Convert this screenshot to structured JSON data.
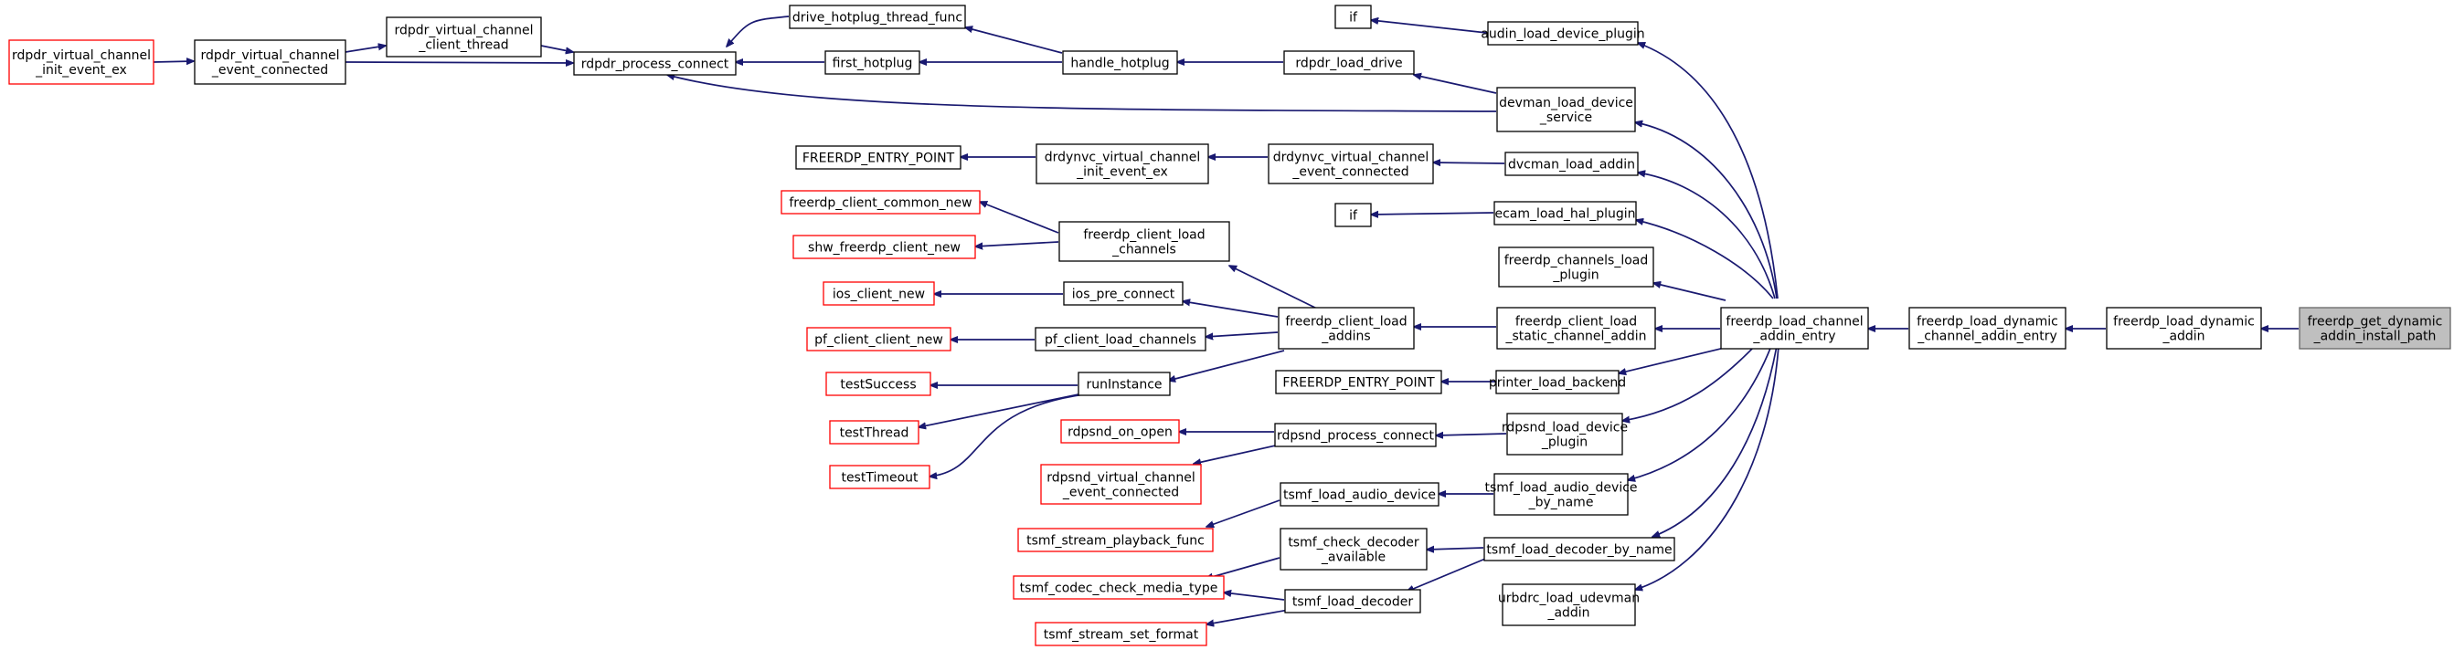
{
  "graph": {
    "nodes": {
      "n_init_event_ex": [
        "rdpdr_virtual_channel",
        "_init_event_ex"
      ],
      "n_event_connected": [
        "rdpdr_virtual_channel",
        "_event_connected"
      ],
      "n_client_thread": [
        "rdpdr_virtual_channel",
        "_client_thread"
      ],
      "n_process_connect": [
        "rdpdr_process_connect"
      ],
      "n_drive_hotplug": [
        "drive_hotplug_thread_func"
      ],
      "n_first_hotplug": [
        "first_hotplug"
      ],
      "n_handle_hotplug": [
        "handle_hotplug"
      ],
      "n_load_drive": [
        "rdpdr_load_drive"
      ],
      "n_if1": [
        "if"
      ],
      "n_audin": [
        "audin_load_device_plugin"
      ],
      "n_devman": [
        "devman_load_device",
        "_service"
      ],
      "n_fep1": [
        "FREERDP_ENTRY_POINT"
      ],
      "n_drdynvc_init": [
        "drdynvc_virtual_channel",
        "_init_event_ex"
      ],
      "n_drdynvc_conn": [
        "drdynvc_virtual_channel",
        "_event_connected"
      ],
      "n_dvcman": [
        "dvcman_load_addin"
      ],
      "n_if2": [
        "if"
      ],
      "n_ecam": [
        "ecam_load_hal_plugin"
      ],
      "n_common_new": [
        "freerdp_client_common_new"
      ],
      "n_shw": [
        "shw_freerdp_client_new"
      ],
      "n_load_channels": [
        "freerdp_client_load",
        "_channels"
      ],
      "n_ios_new": [
        "ios_client_new"
      ],
      "n_ios_pre": [
        "ios_pre_connect"
      ],
      "n_pf_new": [
        "pf_client_client_new"
      ],
      "n_pf_load": [
        "pf_client_load_channels"
      ],
      "n_load_addins": [
        "freerdp_client_load",
        "_addins"
      ],
      "n_channels_plugin": [
        "freerdp_channels_load",
        "_plugin"
      ],
      "n_static_addin": [
        "freerdp_client_load",
        "_static_channel_addin"
      ],
      "n_addin_entry": [
        "freerdp_load_channel",
        "_addin_entry"
      ],
      "n_dyn_entry": [
        "freerdp_load_dynamic",
        "_channel_addin_entry"
      ],
      "n_dyn_addin": [
        "freerdp_load_dynamic",
        "_addin"
      ],
      "n_install_path": [
        "freerdp_get_dynamic",
        "_addin_install_path"
      ],
      "n_test_success": [
        "testSuccess"
      ],
      "n_run_instance": [
        "runInstance"
      ],
      "n_fep2": [
        "FREERDP_ENTRY_POINT"
      ],
      "n_printer": [
        "printer_load_backend"
      ],
      "n_test_thread": [
        "testThread"
      ],
      "n_on_open": [
        "rdpsnd_on_open"
      ],
      "n_snd_connect": [
        "rdpsnd_process_connect"
      ],
      "n_snd_plugin": [
        "rdpsnd_load_device",
        "_plugin"
      ],
      "n_test_timeout": [
        "testTimeout"
      ],
      "n_snd_vc_conn": [
        "rdpsnd_virtual_channel",
        "_event_connected"
      ],
      "n_tsmf_audio": [
        "tsmf_load_audio_device"
      ],
      "n_tsmf_audio_name": [
        "tsmf_load_audio_device",
        "_by_name"
      ],
      "n_playback": [
        "tsmf_stream_playback_func"
      ],
      "n_check_decoder": [
        "tsmf_check_decoder",
        "_available"
      ],
      "n_decoder_name": [
        "tsmf_load_decoder_by_name"
      ],
      "n_codec_check": [
        "tsmf_codec_check_media_type"
      ],
      "n_load_decoder": [
        "tsmf_load_decoder"
      ],
      "n_set_format": [
        "tsmf_stream_set_format"
      ],
      "n_urbdrc": [
        "urbdrc_load_udevman",
        "_addin"
      ]
    }
  }
}
